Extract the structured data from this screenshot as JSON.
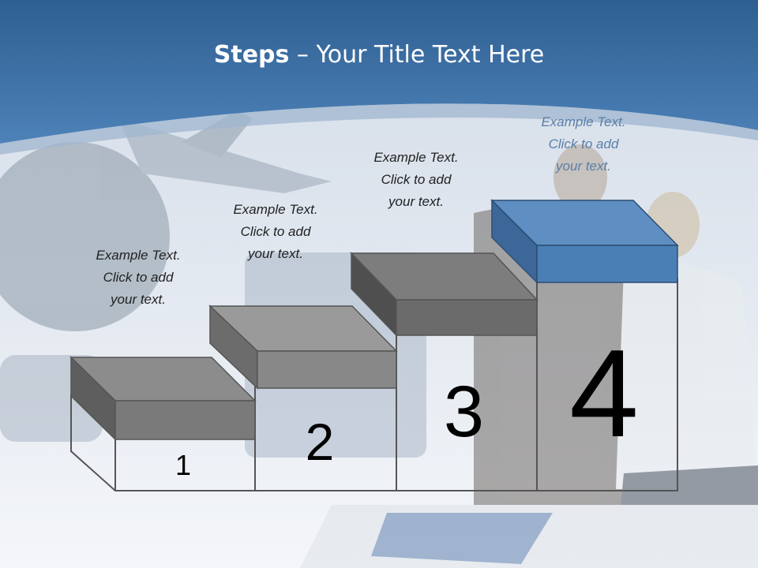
{
  "title": {
    "bold": "Steps",
    "rest": " – Your Title Text Here"
  },
  "steps": [
    {
      "number": "1",
      "text": [
        "Example Text.",
        "Click  to add",
        "your text."
      ]
    },
    {
      "number": "2",
      "text": [
        "Example Text.",
        "Click  to add",
        "your text."
      ]
    },
    {
      "number": "3",
      "text": [
        "Example Text.",
        "Click  to add",
        "your text."
      ]
    },
    {
      "number": "4",
      "text": [
        "Example Text.",
        "Click  to add",
        "your text."
      ]
    }
  ],
  "colors": {
    "header_blue": "#3c6ea3",
    "block_gray": "#7a7a7a",
    "block_highlight": "#4a7fb5"
  }
}
